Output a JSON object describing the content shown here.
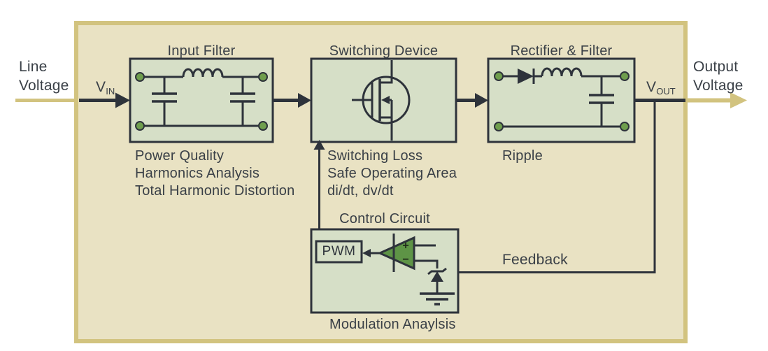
{
  "title": "Switching Power Supply Block Diagram",
  "colors": {
    "outer_fill": "#e9e2c3",
    "tan_accent": "#d2c37f",
    "block_fill": "#d6dfc7",
    "dark_line": "#2e333b",
    "text": "#3a4047",
    "terminal_green": "#6f9e4d",
    "opamp_green": "#5e9446"
  },
  "io": {
    "line_voltage": {
      "line1": "Line",
      "line2": "Voltage"
    },
    "output_voltage": {
      "line1": "Output",
      "line2": "Voltage"
    },
    "vin": {
      "base": "V",
      "sub": "IN"
    },
    "vout": {
      "base": "V",
      "sub": "OUT"
    }
  },
  "blocks": {
    "input_filter": {
      "title": "Input Filter",
      "notes": [
        "Power Quality",
        "Harmonics Analysis",
        "Total Harmonic Distortion"
      ]
    },
    "switching_device": {
      "title": "Switching Device",
      "notes": [
        "Switching Loss",
        "Safe Operating Area",
        "di/dt, dv/dt"
      ]
    },
    "rectifier_filter": {
      "title": "Rectifier & Filter",
      "notes": [
        "Ripple"
      ]
    },
    "control_circuit": {
      "title": "Control Circuit",
      "note": "Modulation Anaylsis",
      "pwm_label": "PWM",
      "opamp_plus": "+",
      "opamp_minus": "−"
    }
  },
  "connections": {
    "feedback_label": "Feedback"
  }
}
